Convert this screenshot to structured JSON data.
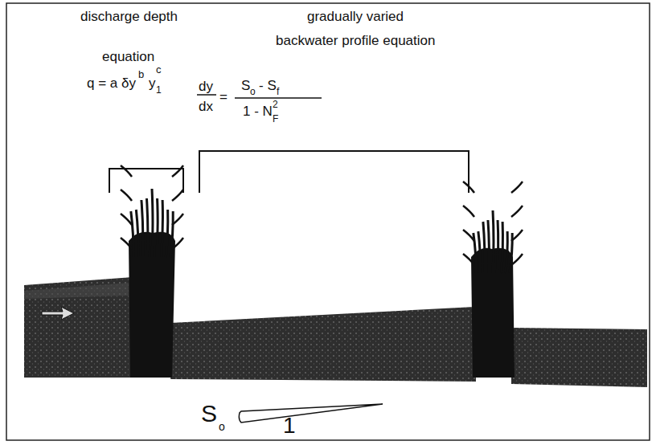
{
  "diagram": {
    "labels": [
      "discharge depth",
      "equation",
      "q = a δy",
      "b",
      "y",
      "1",
      "c",
      "gradually varied",
      "backwater profile equation",
      "dy",
      "dx",
      "=",
      "S",
      "o",
      "- S",
      "f",
      "1 - N",
      "F",
      "2",
      "S",
      "o",
      "1"
    ]
  }
}
